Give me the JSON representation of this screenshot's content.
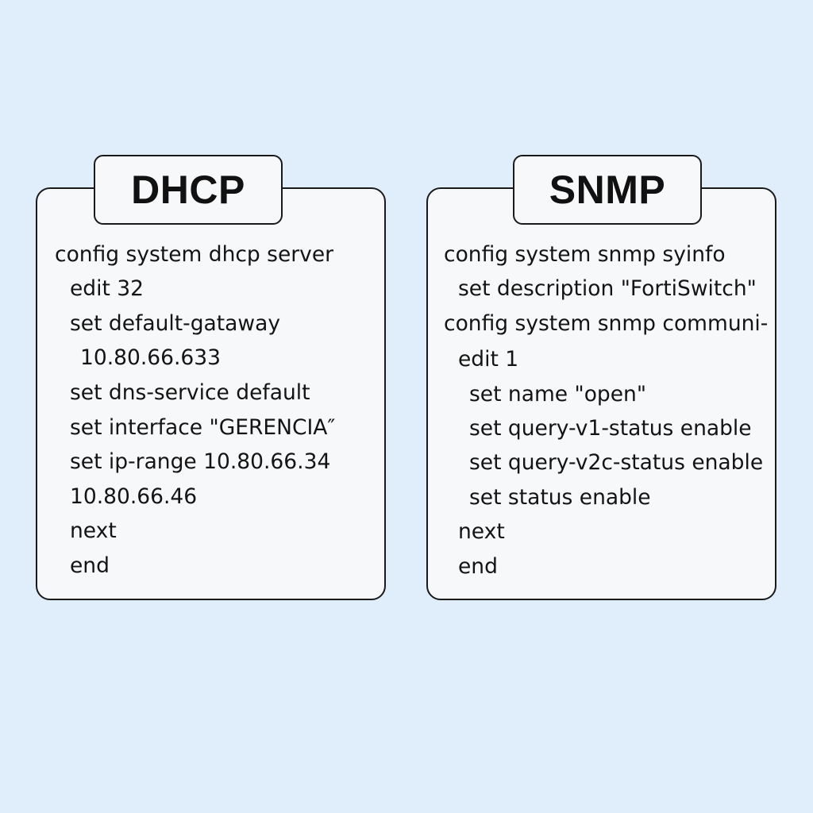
{
  "dhcp": {
    "title": "DHCP",
    "lines": [
      "config system dhcp server",
      "edit 32",
      "set default-gataway",
      "10.80.66.633",
      "set dns-service default",
      "set interface \"GERENCIA″",
      "set ip-range 10.80.66.34",
      "10.80.66.46",
      "next",
      "end"
    ]
  },
  "snmp": {
    "title": "SNMP",
    "lines": [
      "config system snmp syinfo",
      "set description \"FortiSwitch\"",
      "config system snmp communi-",
      "edit 1",
      "set name \"open\"",
      "set query-v1-status enable",
      "set query-v2c-status enable",
      "set status enable",
      "next",
      "end"
    ]
  }
}
